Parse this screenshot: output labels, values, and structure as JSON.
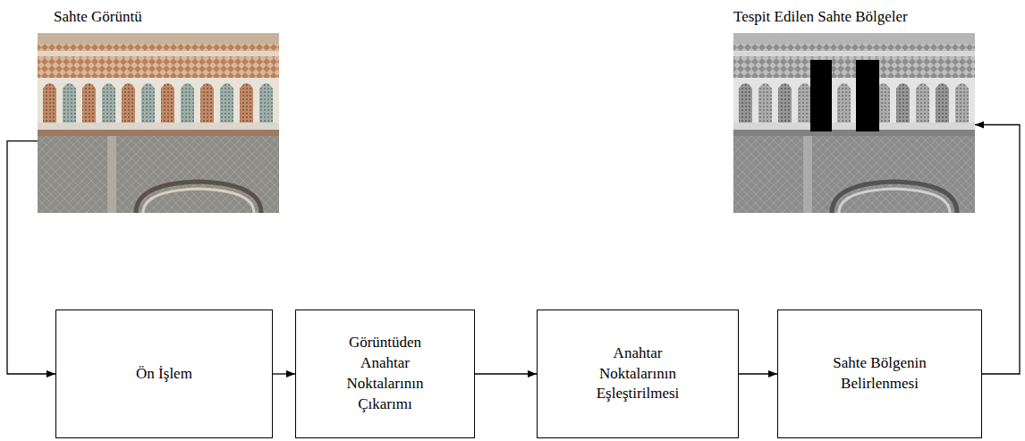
{
  "diagram": {
    "nodes": [
      {
        "text": [
          "Sahte Görüntü"
        ]
      },
      {
        "text": [
          "Tespit Edilen Sahte Bölgeler"
        ]
      },
      {
        "text": [
          "Ön İşlem"
        ]
      },
      {
        "text": [
          "Görüntüden Anahtar Noktalarının Çıkarımı"
        ]
      },
      {
        "text": [
          "Anahtar Noktalarının Eşleştirilmesi"
        ]
      },
      {
        "text": [
          "Sahte Bölgenin Belirlenmesi"
        ]
      }
    ],
    "edges": [
      {
        "from": 0,
        "to": 2,
        "arrow": "to"
      },
      {
        "from": 2,
        "to": 3,
        "arrow": "to"
      },
      {
        "from": 3,
        "to": 4,
        "arrow": "to"
      },
      {
        "from": 4,
        "to": 5,
        "arrow": "to"
      },
      {
        "from": 5,
        "to": 1,
        "arrow": "to"
      }
    ]
  }
}
